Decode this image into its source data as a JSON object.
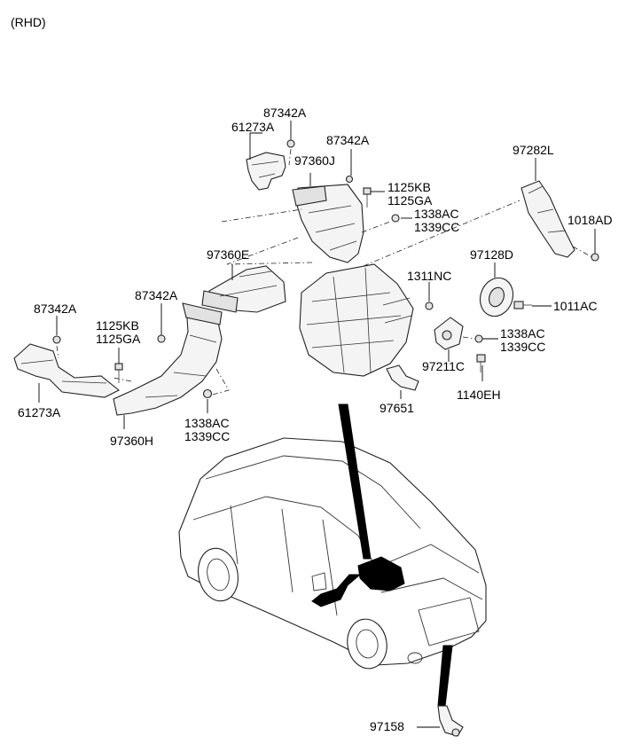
{
  "header": {
    "variant": "(RHD)"
  },
  "labels": {
    "p87342A_top": "87342A",
    "p61273A_top": "61273A",
    "p87342A_mid": "87342A",
    "p97360J": "97360J",
    "p1125KB_r": "1125KB",
    "p1125GA_r": "1125GA",
    "p1338AC_r": "1338AC",
    "p1339CC_r": "1339CC",
    "p97282L": "97282L",
    "p1018AD": "1018AD",
    "p97128D": "97128D",
    "p1311NC": "1311NC",
    "p1011AC": "1011AC",
    "p97360E": "97360E",
    "p87342A_l": "87342A",
    "p87342A_c": "87342A",
    "p1125KB_l": "1125KB",
    "p1125GA_l": "1125GA",
    "p1338AC_b": "1338AC",
    "p1339CC_b": "1339CC",
    "p1338AC_br": "1338AC",
    "p1339CC_br": "1339CC",
    "p97211C": "97211C",
    "p1140EH": "1140EH",
    "p97651": "97651",
    "p61273A_l": "61273A",
    "p97360H": "97360H",
    "p97158": "97158"
  }
}
